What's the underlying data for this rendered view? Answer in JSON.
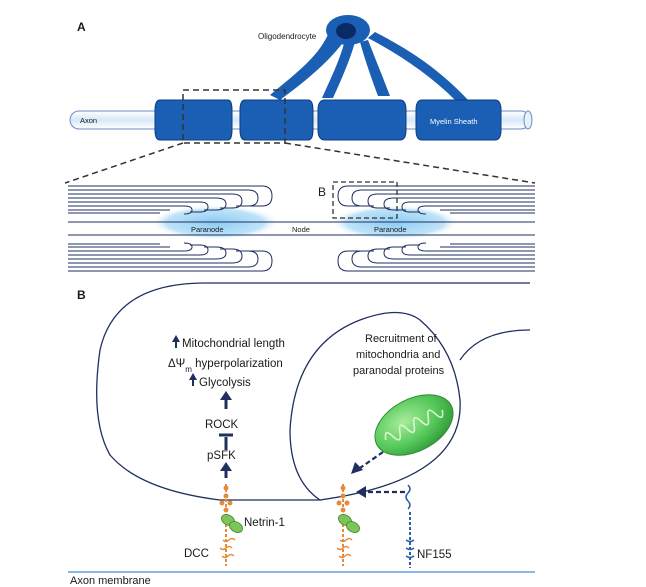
{
  "panelA": {
    "label": "A",
    "oligodendrocyte": "Oligodendrocyte",
    "axon": "Axon",
    "myelin_sheath": "Myelin Sheath",
    "inset_box_label": "B",
    "paranode_left": "Paranode",
    "node": "Node",
    "paranode_right": "Paranode"
  },
  "panelB": {
    "label": "B",
    "effects": [
      "Mitochondrial length",
      "ΔΨ",
      "m",
      " hyperpolarization",
      "Glycolysis"
    ],
    "rock": "ROCK",
    "psfk": "pSFK",
    "netrin": "Netrin-1",
    "dcc": "DCC",
    "recruitment": [
      "Recruitment of",
      "mitochondria and",
      "paranodal proteins"
    ],
    "nf155": "NF155",
    "axon_membrane": "Axon membrane"
  },
  "colors": {
    "myelin": "#1a5fb4",
    "myelin_dark": "#0d3c80",
    "paranode_glow": "#9fd4f5",
    "outline": "#1f2f5e",
    "orange": "#e8893a",
    "green": "#4fbf4a",
    "membrane": "#8ab6e8"
  }
}
